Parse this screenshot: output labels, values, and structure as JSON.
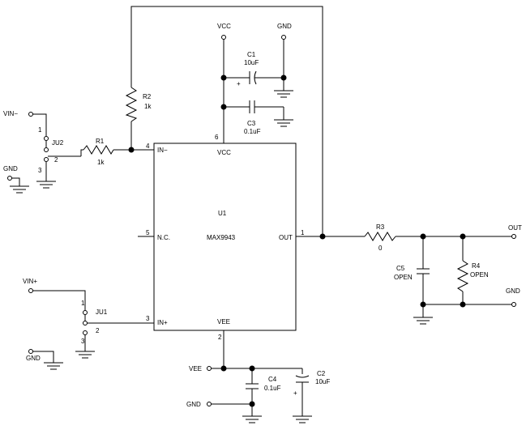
{
  "ic": {
    "ref": "U1",
    "part": "MAX9943",
    "pins": {
      "in_minus": "IN−",
      "in_plus": "IN+",
      "vcc": "VCC",
      "vee": "VEE",
      "nc": "N.C.",
      "out": "OUT"
    },
    "pin_numbers": {
      "p1": "1",
      "p2": "2",
      "p3": "3",
      "p4": "4",
      "p5": "5",
      "p6": "6"
    }
  },
  "rails": {
    "vcc_top": "VCC",
    "gnd_top": "GND",
    "vee": "VEE",
    "gnd_bottom": "GND"
  },
  "nets": {
    "vin_minus": "VIN−",
    "vin_plus": "VIN+",
    "gnd_ju2": "GND",
    "gnd_ju1": "GND",
    "out": "OUT",
    "gnd_out": "GND"
  },
  "components": {
    "r1": {
      "ref": "R1",
      "value": "1k"
    },
    "r2": {
      "ref": "R2",
      "value": "1k"
    },
    "r3": {
      "ref": "R3",
      "value": "0"
    },
    "r4": {
      "ref": "R4",
      "value": "OPEN"
    },
    "c1": {
      "ref": "C1",
      "value": "10uF",
      "polarity": "+"
    },
    "c2": {
      "ref": "C2",
      "value": "10uF",
      "polarity": "+"
    },
    "c3": {
      "ref": "C3",
      "value": "0.1uF"
    },
    "c4": {
      "ref": "C4",
      "value": "0.1uF"
    },
    "c5": {
      "ref": "C5",
      "value": "OPEN"
    }
  },
  "jumpers": {
    "ju1": {
      "ref": "JU1",
      "pins": [
        "1",
        "2",
        "3"
      ]
    },
    "ju2": {
      "ref": "JU2",
      "pins": [
        "1",
        "2",
        "3"
      ]
    }
  }
}
